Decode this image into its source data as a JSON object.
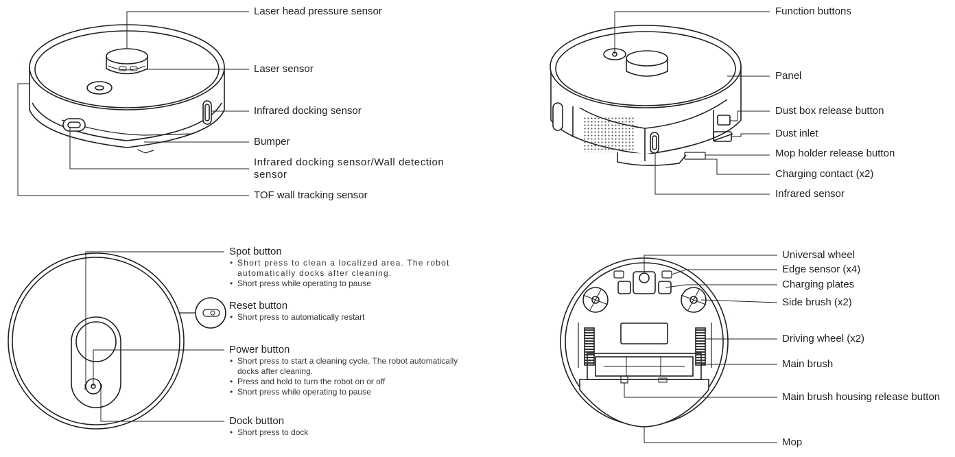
{
  "diagram_1": {
    "labels": [
      "Laser head pressure sensor",
      "Laser sensor",
      "Infrared docking sensor",
      "Bumper",
      "Infrared docking sensor/Wall detection sensor",
      "TOF wall tracking sensor"
    ]
  },
  "diagram_2": {
    "labels": [
      "Function buttons",
      "Panel",
      "Dust box release button",
      "Dust inlet",
      "Mop holder release button",
      "Charging contact (x2)",
      "Infrared sensor"
    ]
  },
  "diagram_3": {
    "buttons": [
      {
        "title": "Spot button",
        "bullets": [
          "Short press to clean a localized area. The robot automatically docks after cleaning.",
          "Short press while operating to pause"
        ]
      },
      {
        "title": "Reset button",
        "bullets": [
          "Short press to automatically restart"
        ]
      },
      {
        "title": "Power button",
        "bullets": [
          "Short press to start a cleaning cycle. The robot automatically docks after cleaning.",
          "Press and hold to turn the robot on or off",
          "Short press while operating to pause"
        ]
      },
      {
        "title": "Dock button",
        "bullets": [
          "Short press to dock"
        ]
      }
    ]
  },
  "diagram_4": {
    "labels": [
      "Universal wheel",
      "Edge sensor (x4)",
      "Charging plates",
      "Side brush (x2)",
      "Driving wheel (x2)",
      "Main brush",
      "Main brush housing release button",
      "Mop"
    ]
  },
  "colors": {
    "line": "#231f20",
    "text": "#231f20",
    "hatch": "#6d6e71"
  }
}
